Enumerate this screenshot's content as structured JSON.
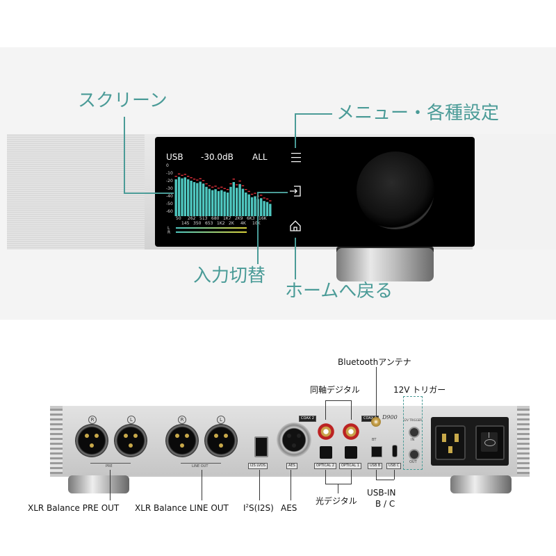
{
  "front": {
    "callouts": {
      "screen": "スクリーン",
      "menu": "メニュー・各種設定",
      "input": "入力切替",
      "home": "ホームへ戻る"
    },
    "display": {
      "source": "USB",
      "volume": "-30.0dB",
      "mode": "ALL",
      "db_scale": [
        "0",
        "-10",
        "-20",
        "-30",
        "-40",
        "-50",
        "-60"
      ],
      "freq_row1": [
        "50",
        "262",
        "513",
        "680",
        "1K7",
        "2K9",
        "6K3",
        "16K"
      ],
      "freq_row2": [
        "145",
        "350",
        "653",
        "1K2",
        "2K",
        "4K",
        "10K"
      ],
      "meter_labels": [
        "L",
        "R"
      ],
      "spectrum_levels": [
        0.78,
        0.83,
        0.8,
        0.82,
        0.78,
        0.75,
        0.72,
        0.7,
        0.73,
        0.69,
        0.62,
        0.58,
        0.55,
        0.57,
        0.53,
        0.55,
        0.52,
        0.5,
        0.62,
        0.72,
        0.6,
        0.68,
        0.58,
        0.5,
        0.46,
        0.4,
        0.42,
        0.36,
        0.38,
        0.32,
        0.3,
        0.26
      ],
      "accent_color": "#4fc7c0",
      "peak_color": "#e0303a"
    },
    "icons": {
      "menu": "menu-icon",
      "input": "input-switch-icon",
      "home": "home-icon"
    }
  },
  "back": {
    "labels": {
      "bluetooth": "Bluetoothアンテナ",
      "coaxial": "同軸デジタル",
      "trigger": "12V トリガー",
      "pre_out": "XLR Balance PRE OUT",
      "line_out": "XLR Balance LINE OUT",
      "i2s_sup": "2",
      "i2s_text": "S(I2S)",
      "i2s_prefix": "I",
      "aes": "AES",
      "optical": "光デジタル",
      "usb_in": "USB-IN",
      "usb_type": "B / C"
    },
    "panel_marks": {
      "pre": "PRE",
      "line_out": "LINE OUT",
      "r": "R",
      "l": "L",
      "i2s_lvds": "I2S LVDS",
      "aes": "AES",
      "coax2": "COAX 2",
      "coax1": "COAX 1",
      "model": "D900",
      "bt": "BT",
      "optical2": "OPTICAL 2",
      "optical1": "OPTICAL 1",
      "usb_b": "USB B",
      "usb_c": "USB C",
      "trigger": "12V TRIGGER",
      "in": "IN",
      "out": "OUT"
    }
  },
  "colors": {
    "callout": "#4a9b97",
    "screen_bg": "#000000"
  }
}
